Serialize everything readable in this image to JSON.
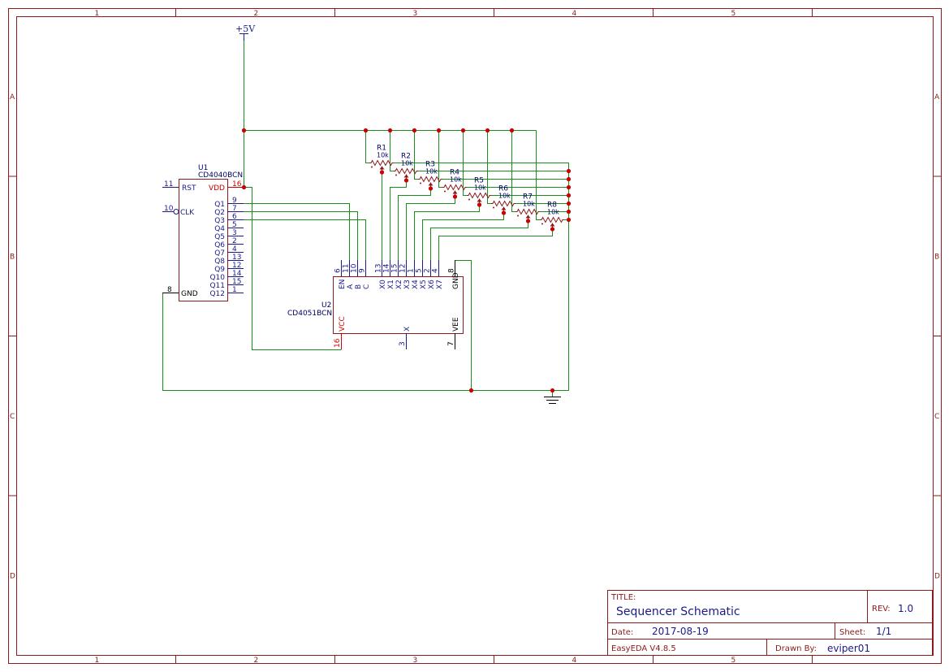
{
  "frame": {
    "columns": [
      "1",
      "2",
      "3",
      "4",
      "5"
    ],
    "rows": [
      "A",
      "B",
      "C",
      "D"
    ]
  },
  "power": {
    "vcc_label": "+5V"
  },
  "u1": {
    "ref": "U1",
    "part": "CD4040BCN",
    "pins_left": [
      {
        "num": "11",
        "name": "RST"
      },
      {
        "num": "10",
        "name": "CLK"
      },
      {
        "num": "8",
        "name": "GND"
      }
    ],
    "pins_right": [
      {
        "num": "16",
        "name": "VDD"
      },
      {
        "num": "9",
        "name": "Q1"
      },
      {
        "num": "7",
        "name": "Q2"
      },
      {
        "num": "6",
        "name": "Q3"
      },
      {
        "num": "5",
        "name": "Q4"
      },
      {
        "num": "3",
        "name": "Q5"
      },
      {
        "num": "2",
        "name": "Q6"
      },
      {
        "num": "4",
        "name": "Q7"
      },
      {
        "num": "13",
        "name": "Q8"
      },
      {
        "num": "12",
        "name": "Q9"
      },
      {
        "num": "14",
        "name": "Q10"
      },
      {
        "num": "15",
        "name": "Q11"
      },
      {
        "num": "1",
        "name": "Q12"
      }
    ]
  },
  "u2": {
    "ref": "U2",
    "part": "CD4051BCN",
    "pins_top": [
      {
        "num": "6",
        "name": "EN"
      },
      {
        "num": "11",
        "name": "A"
      },
      {
        "num": "10",
        "name": "B"
      },
      {
        "num": "9",
        "name": "C"
      },
      {
        "num": "13",
        "name": "X0"
      },
      {
        "num": "14",
        "name": "X1"
      },
      {
        "num": "15",
        "name": "X2"
      },
      {
        "num": "12",
        "name": "X3"
      },
      {
        "num": "1",
        "name": "X4"
      },
      {
        "num": "5",
        "name": "X5"
      },
      {
        "num": "2",
        "name": "X6"
      },
      {
        "num": "4",
        "name": "X7"
      },
      {
        "num": "8",
        "name": "GND"
      }
    ],
    "pins_bottom": [
      {
        "num": "16",
        "name": "VCC"
      },
      {
        "num": "3",
        "name": "X"
      },
      {
        "num": "7",
        "name": "VEE"
      }
    ]
  },
  "resistors": [
    {
      "ref": "R1",
      "value": "10k"
    },
    {
      "ref": "R2",
      "value": "10k"
    },
    {
      "ref": "R3",
      "value": "10k"
    },
    {
      "ref": "R4",
      "value": "10k"
    },
    {
      "ref": "R5",
      "value": "10k"
    },
    {
      "ref": "R6",
      "value": "10k"
    },
    {
      "ref": "R7",
      "value": "10k"
    },
    {
      "ref": "R8",
      "value": "10k"
    }
  ],
  "title_block": {
    "title_label": "TITLE:",
    "title": "Sequencer Schematic",
    "rev_label": "REV:",
    "rev": "1.0",
    "date_label": "Date:",
    "date": "2017-08-19",
    "sheet_label": "Sheet:",
    "sheet": "1/1",
    "tool": "EasyEDA V4.8.5",
    "drawn_by_label": "Drawn By:",
    "drawn_by": "eviper01"
  }
}
